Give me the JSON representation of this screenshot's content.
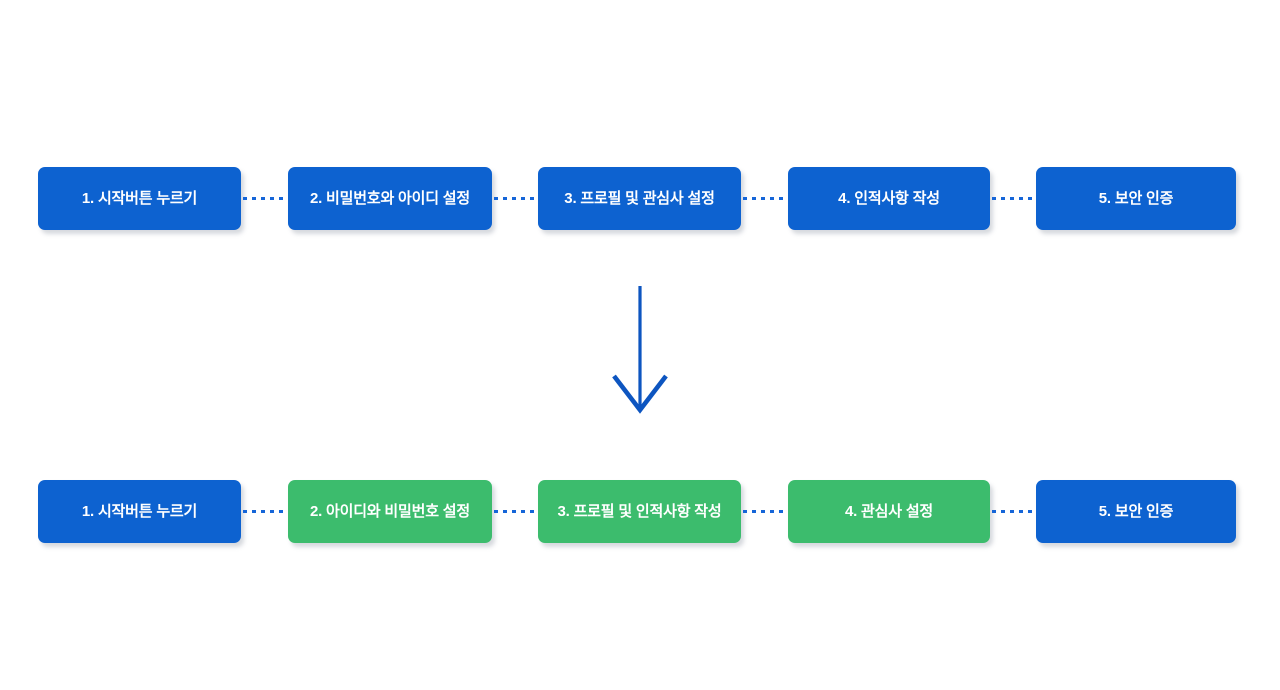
{
  "diagram": {
    "title_visible": false,
    "colors": {
      "blue": "#0d62d0",
      "green": "#3cbc6d",
      "connector": "#1565d8",
      "arrow": "#0d55c0",
      "label_text": "#ffffff",
      "background": "#ffffff"
    },
    "arrow": {
      "name": "down-arrow",
      "direction": "down",
      "style": "open-chevron-head"
    },
    "connector": {
      "style": "dotted",
      "count_per_row": 4
    },
    "rows": [
      {
        "id": "before",
        "steps": [
          {
            "label": "1. 시작버튼 누르기",
            "color": "blue"
          },
          {
            "label": "2. 비밀번호와 아이디 설정",
            "color": "blue"
          },
          {
            "label": "3. 프로필 및 관심사 설정",
            "color": "blue"
          },
          {
            "label": "4. 인적사항 작성",
            "color": "blue"
          },
          {
            "label": "5. 보안 인증",
            "color": "blue"
          }
        ]
      },
      {
        "id": "after",
        "steps": [
          {
            "label": "1. 시작버튼 누르기",
            "color": "blue"
          },
          {
            "label": "2. 아이디와 비밀번호 설정",
            "color": "green"
          },
          {
            "label": "3. 프로필 및 인적사항 작성",
            "color": "green"
          },
          {
            "label": "4. 관심사 설정",
            "color": "green"
          },
          {
            "label": "5. 보안 인증",
            "color": "blue"
          }
        ]
      }
    ]
  }
}
